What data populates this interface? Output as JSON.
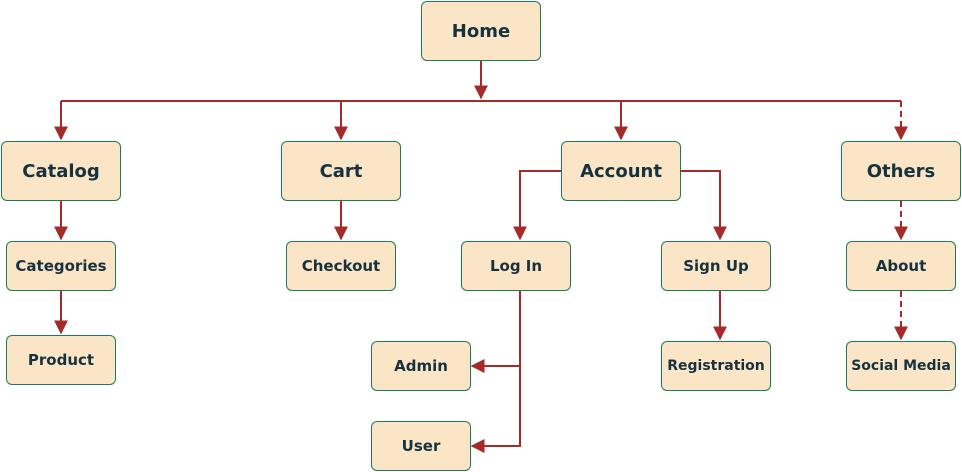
{
  "nodes": {
    "home": "Home",
    "catalog": "Catalog",
    "cart": "Cart",
    "account": "Account",
    "others": "Others",
    "categories": "Categories",
    "product": "Product",
    "checkout": "Checkout",
    "log_in": "Log In",
    "sign_up": "Sign Up",
    "admin": "Admin",
    "user": "User",
    "registration": "Registration",
    "about": "About",
    "social_media": "Social Media"
  },
  "colors": {
    "node_fill": "#fae5c6",
    "node_border": "#1f7a5a",
    "node_text": "#17323f",
    "connector": "#a52a2a"
  }
}
